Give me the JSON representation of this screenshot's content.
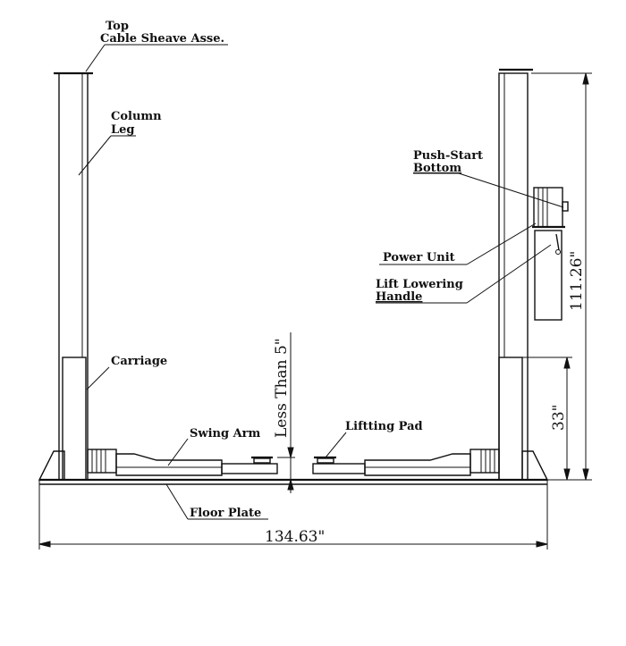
{
  "labels": {
    "top_line1": "Top",
    "top_line2": "Cable Sheave Asse.",
    "column_line1": "Column",
    "column_line2": "Leg",
    "push_start_line1": "Push-Start",
    "push_start_line2": "Bottom",
    "power_unit": "Power Unit",
    "lowering_line1": "Lift Lowering",
    "lowering_line2": "Handle",
    "carriage": "Carriage",
    "swing_arm": "Swing Arm",
    "lifting_pad": "Liftting Pad",
    "floor_plate": "Floor Plate"
  },
  "dimensions": {
    "total_width": "134.63\"",
    "total_height": "111.26\"",
    "carriage_height": "33\"",
    "floor_clearance": "Less Than 5\""
  }
}
